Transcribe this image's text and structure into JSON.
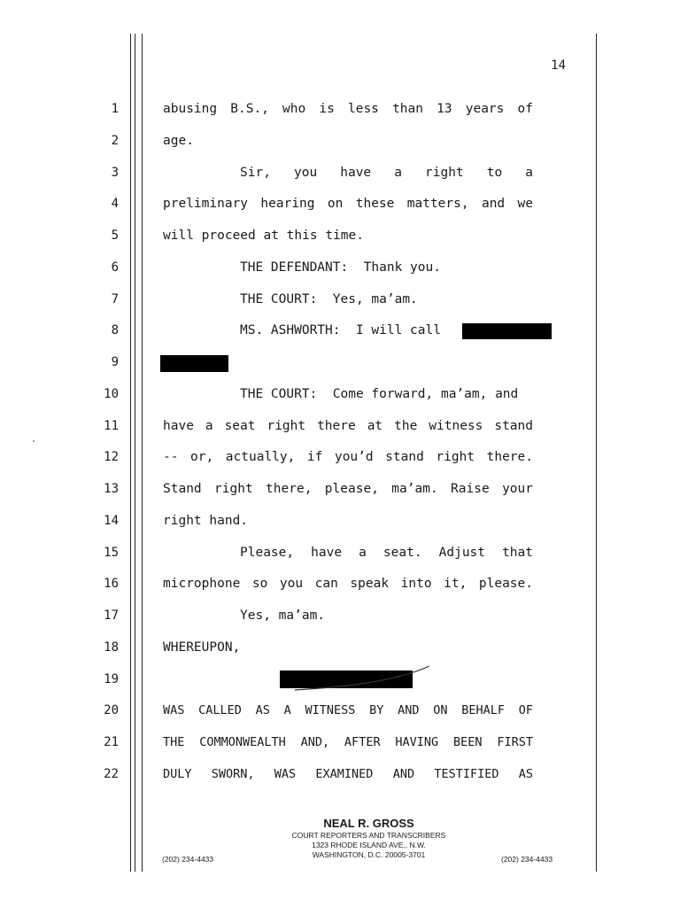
{
  "page_number": "14",
  "lines": [
    {
      "num": "1",
      "text": "abusing B.S., who is less than 13 years of",
      "indent": false,
      "justify": true
    },
    {
      "num": "2",
      "text": "age.",
      "indent": false,
      "justify": false
    },
    {
      "num": "3",
      "text": "Sir, you have a right to a",
      "indent": true,
      "justify": true
    },
    {
      "num": "4",
      "text": "preliminary hearing on these matters, and we",
      "indent": false,
      "justify": true
    },
    {
      "num": "5",
      "text": "will proceed at this time.",
      "indent": false,
      "justify": false
    },
    {
      "num": "6",
      "text": "THE DEFENDANT:  Thank you.",
      "indent": true,
      "justify": false
    },
    {
      "num": "7",
      "text": "THE COURT:  Yes, ma’am.",
      "indent": true,
      "justify": false
    },
    {
      "num": "8",
      "text": "MS. ASHWORTH:  I will call",
      "indent": true,
      "justify": false
    },
    {
      "num": "9",
      "text": "",
      "indent": false,
      "justify": false
    },
    {
      "num": "10",
      "text": "THE COURT:  Come forward, ma’am, and",
      "indent": true,
      "justify": false
    },
    {
      "num": "11",
      "text": "have a seat right there at the witness stand",
      "indent": false,
      "justify": true
    },
    {
      "num": "12",
      "text": "-- or, actually, if you’d stand right there.",
      "indent": false,
      "justify": true
    },
    {
      "num": "13",
      "text": "Stand right there, please, ma’am.  Raise your",
      "indent": false,
      "justify": true
    },
    {
      "num": "14",
      "text": "right hand.",
      "indent": false,
      "justify": false
    },
    {
      "num": "15",
      "text": "Please, have a seat.  Adjust that",
      "indent": true,
      "justify": true
    },
    {
      "num": "16",
      "text": "microphone so you can speak into it, please.",
      "indent": false,
      "justify": true
    },
    {
      "num": "17",
      "text": "Yes, ma’am.",
      "indent": true,
      "justify": false
    },
    {
      "num": "18",
      "text": "WHEREUPON,",
      "indent": false,
      "justify": false
    },
    {
      "num": "19",
      "text": "",
      "indent": false,
      "justify": false
    },
    {
      "num": "20",
      "text": "WAS CALLED AS A WITNESS BY AND ON BEHALF OF",
      "indent": false,
      "justify": true
    },
    {
      "num": "21",
      "text": "THE COMMONWEALTH AND, AFTER HAVING BEEN FIRST",
      "indent": false,
      "justify": true
    },
    {
      "num": "22",
      "text": "DULY SWORN, WAS EXAMINED AND TESTIFIED AS",
      "indent": false,
      "justify": true
    }
  ],
  "footer": {
    "name": "NEAL R. GROSS",
    "subtitle": "COURT REPORTERS AND TRANSCRIBERS",
    "address_line1": "1323 RHODE ISLAND AVE., N.W.",
    "address_line2": "WASHINGTON, D.C.  20005-3701",
    "phone_left": "(202) 234-4433",
    "phone_right": "(202) 234-4433"
  },
  "colors": {
    "text": "#1a1a1a",
    "rule": "#222222",
    "redaction": "#000000"
  }
}
